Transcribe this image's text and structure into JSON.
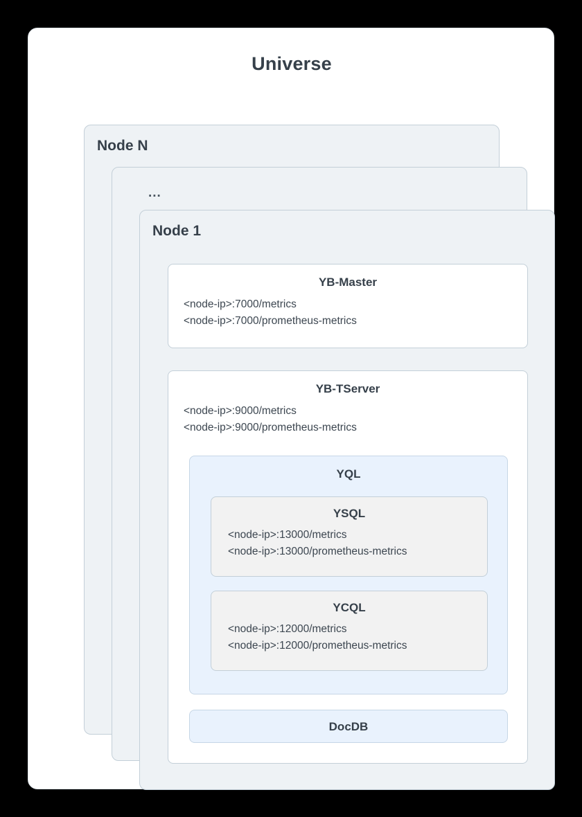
{
  "diagram": {
    "title": "Universe",
    "nodes": [
      {
        "id": "node-n",
        "label": "Node N"
      },
      {
        "id": "node-ellipsis",
        "label": "..."
      },
      {
        "id": "node-1",
        "label": "Node 1"
      }
    ],
    "components": {
      "yb_master": {
        "title": "YB-Master",
        "endpoints": "<node-ip>:7000/metrics\n<node-ip>:7000/prometheus-metrics"
      },
      "yb_tserver": {
        "title": "YB-TServer",
        "endpoints": "<node-ip>:9000/metrics\n<node-ip>:9000/prometheus-metrics"
      },
      "yql": {
        "title": "YQL"
      },
      "ysql": {
        "title": "YSQL",
        "endpoints": "<node-ip>:13000/metrics\n<node-ip>:13000/prometheus-metrics"
      },
      "ycql": {
        "title": "YCQL",
        "endpoints": "<node-ip>:12000/metrics\n<node-ip>:12000/prometheus-metrics"
      },
      "docdb": {
        "title": "DocDB"
      }
    },
    "colors": {
      "page_background": "#000000",
      "card_background": "#ffffff",
      "node_background": "#eef2f5",
      "node_border": "#c3cfd8",
      "component_background": "#ffffff",
      "yql_background": "#e9f2fd",
      "yql_border": "#c6d6e6",
      "api_background": "#f2f2f2",
      "docdb_background": "#e9f2fd",
      "title_text": "#36404a",
      "body_text": "#3c4650"
    }
  }
}
